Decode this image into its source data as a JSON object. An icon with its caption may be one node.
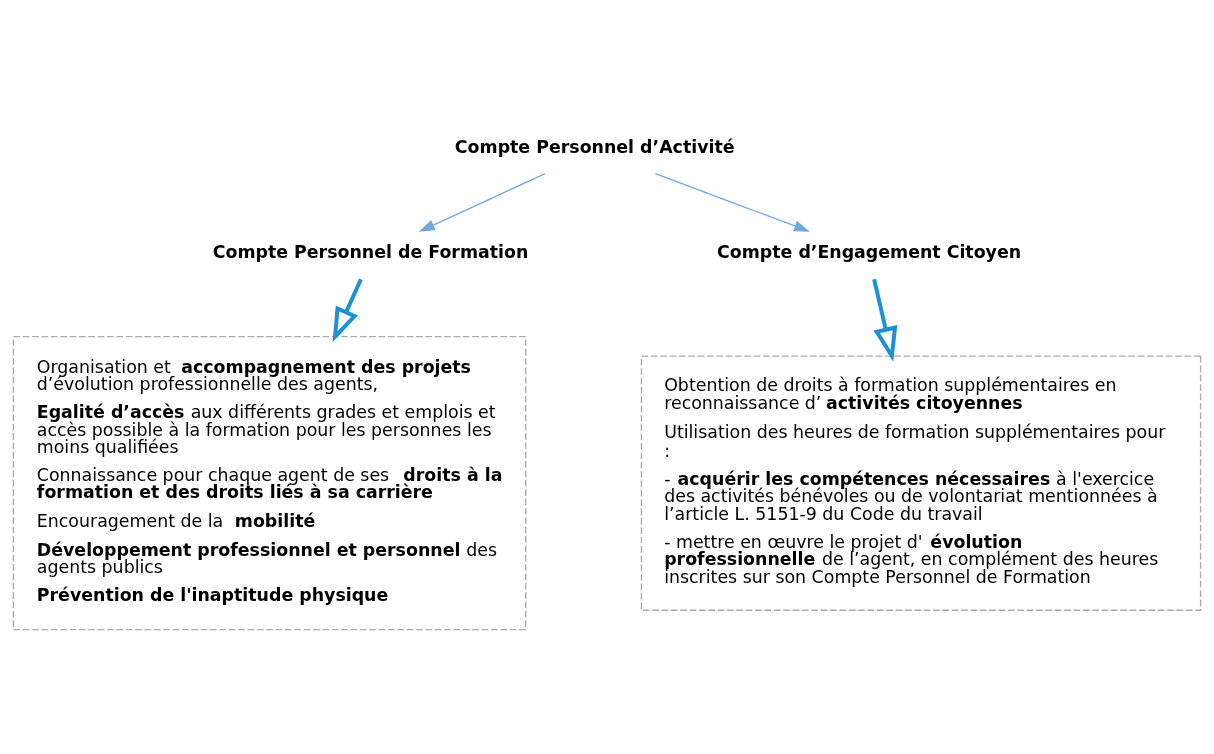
{
  "diagram": {
    "nodes": [
      {
        "text": [
          "Compte Personnel d’Activité"
        ]
      },
      {
        "text": [
          "Compte Personnel de Formation"
        ]
      },
      {
        "text": [
          "Compte d’Engagement Citoyen"
        ]
      },
      {
        "text": [
          "Organisation et **accompagnement des projets** d’évolution professionnelle des agents,",
          "**Egalité d’accès** aux différents grades et emplois et accès possible à la formation pour les personnes les moins qualifiées",
          "Connaissance pour chaque agent de ses **droits à la formation et des droits liés à sa carrière**",
          "Encouragement de la **mobilité**",
          "**Développement professionnel et personnel** des agents publics",
          "Prévention de l'inaptitude physique"
        ]
      },
      {
        "text": [
          "Obtention de droits à formation supplémentaires en reconnaissance d’**activités citoyennes**",
          "Utilisation des heures de formation supplémentaires pour :",
          "- **acquérir les compétences nécessaires** à l'exercice des activités bénévoles ou de volontariat mentionnées à l’article L. 5151-9 du Code du travail",
          "- mettre en œuvre le projet d'**évolution professionnelle** de l’agent, en complément des heures inscrites sur son Compte Personnel de Formation"
        ]
      }
    ],
    "edges": [
      {
        "from": 0,
        "to": 1,
        "arrow": "to"
      },
      {
        "from": 0,
        "to": 2,
        "arrow": "to"
      },
      {
        "from": 1,
        "to": 3,
        "arrow": "to",
        "style": "thick",
        "color": "#1e90d8"
      },
      {
        "from": 2,
        "to": 4,
        "arrow": "to",
        "style": "thick",
        "color": "#1e90d8"
      }
    ]
  }
}
